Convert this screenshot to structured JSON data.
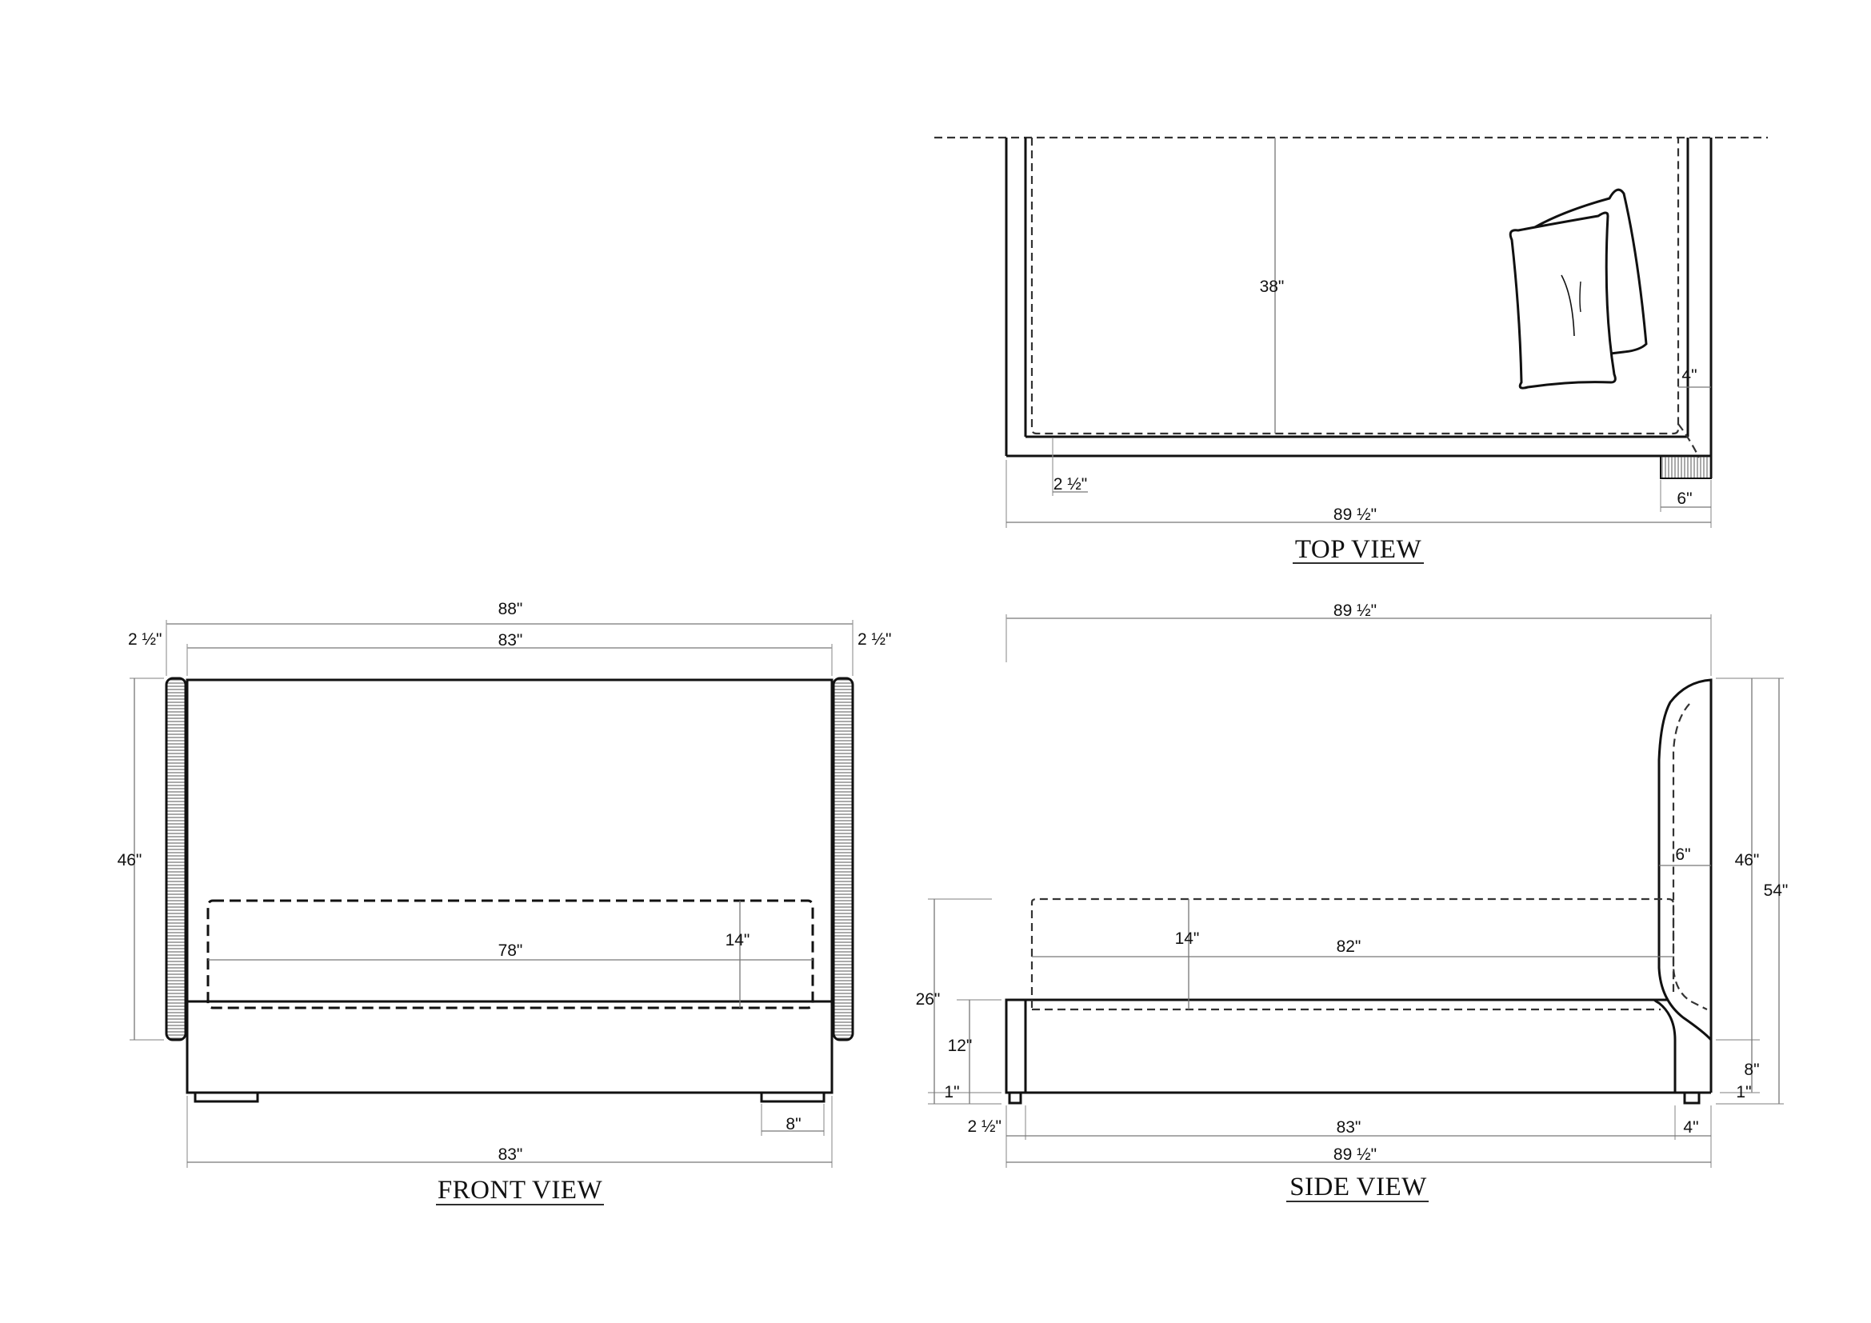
{
  "views": {
    "top": {
      "title": "TOP VIEW",
      "dims": {
        "depth_38": "38\"",
        "side_4": "4\"",
        "rail_2_half": "2 ½\"",
        "leg_6": "6\"",
        "total_89_half": "89 ½\""
      }
    },
    "front": {
      "title": "FRONT VIEW",
      "dims": {
        "overall_88": "88\"",
        "inner_83": "83\"",
        "left_2_half": "2 ½\"",
        "right_2_half": "2 ½\"",
        "height_46": "46\"",
        "mattress_78": "78\"",
        "mattress_14": "14\"",
        "leg_8": "8\"",
        "base_83": "83\""
      }
    },
    "side": {
      "title": "SIDE VIEW",
      "dims": {
        "overall_89_half": "89 ½\"",
        "headboard_46": "46\"",
        "total_54": "54\"",
        "headboard_6": "6\"",
        "mattress_14": "14\"",
        "mattress_82": "82\"",
        "height_26": "26\"",
        "rail_12": "12\"",
        "leg_1_left": "1\"",
        "leg_8": "8\"",
        "leg_1_right": "1\"",
        "frame_2_half": "2 ½\"",
        "frame_83": "83\"",
        "frame_4": "4\"",
        "bottom_89_half": "89 ½\""
      }
    }
  }
}
